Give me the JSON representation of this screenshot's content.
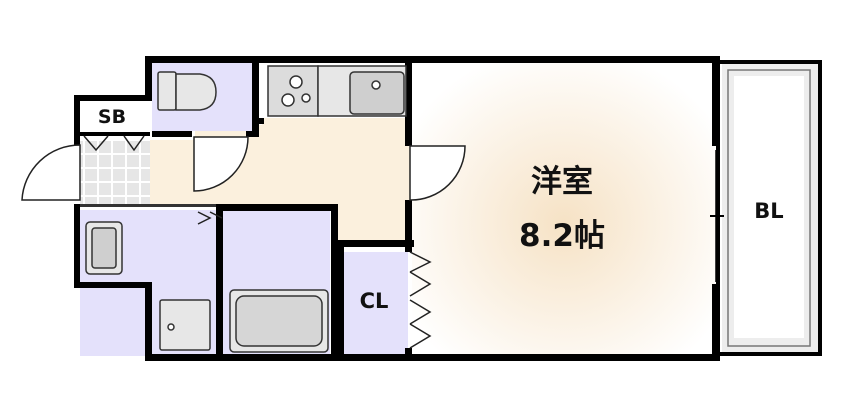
{
  "floor_plan": {
    "rooms": {
      "western_room": {
        "name": "洋室",
        "size": "8.2帖"
      },
      "balcony": {
        "label": "BL"
      },
      "closet": {
        "label": "CL"
      },
      "shoe_box": {
        "label": "SB"
      }
    },
    "colors": {
      "wall": "#000000",
      "wet_area": "#e4e1fb",
      "hall_floor": "#fbf0dd",
      "room_floor_center": "#f6e2c5",
      "fixture": "#e7e7e7",
      "balcony_fill": "#ededed",
      "tile": "#e6e6e6"
    }
  }
}
